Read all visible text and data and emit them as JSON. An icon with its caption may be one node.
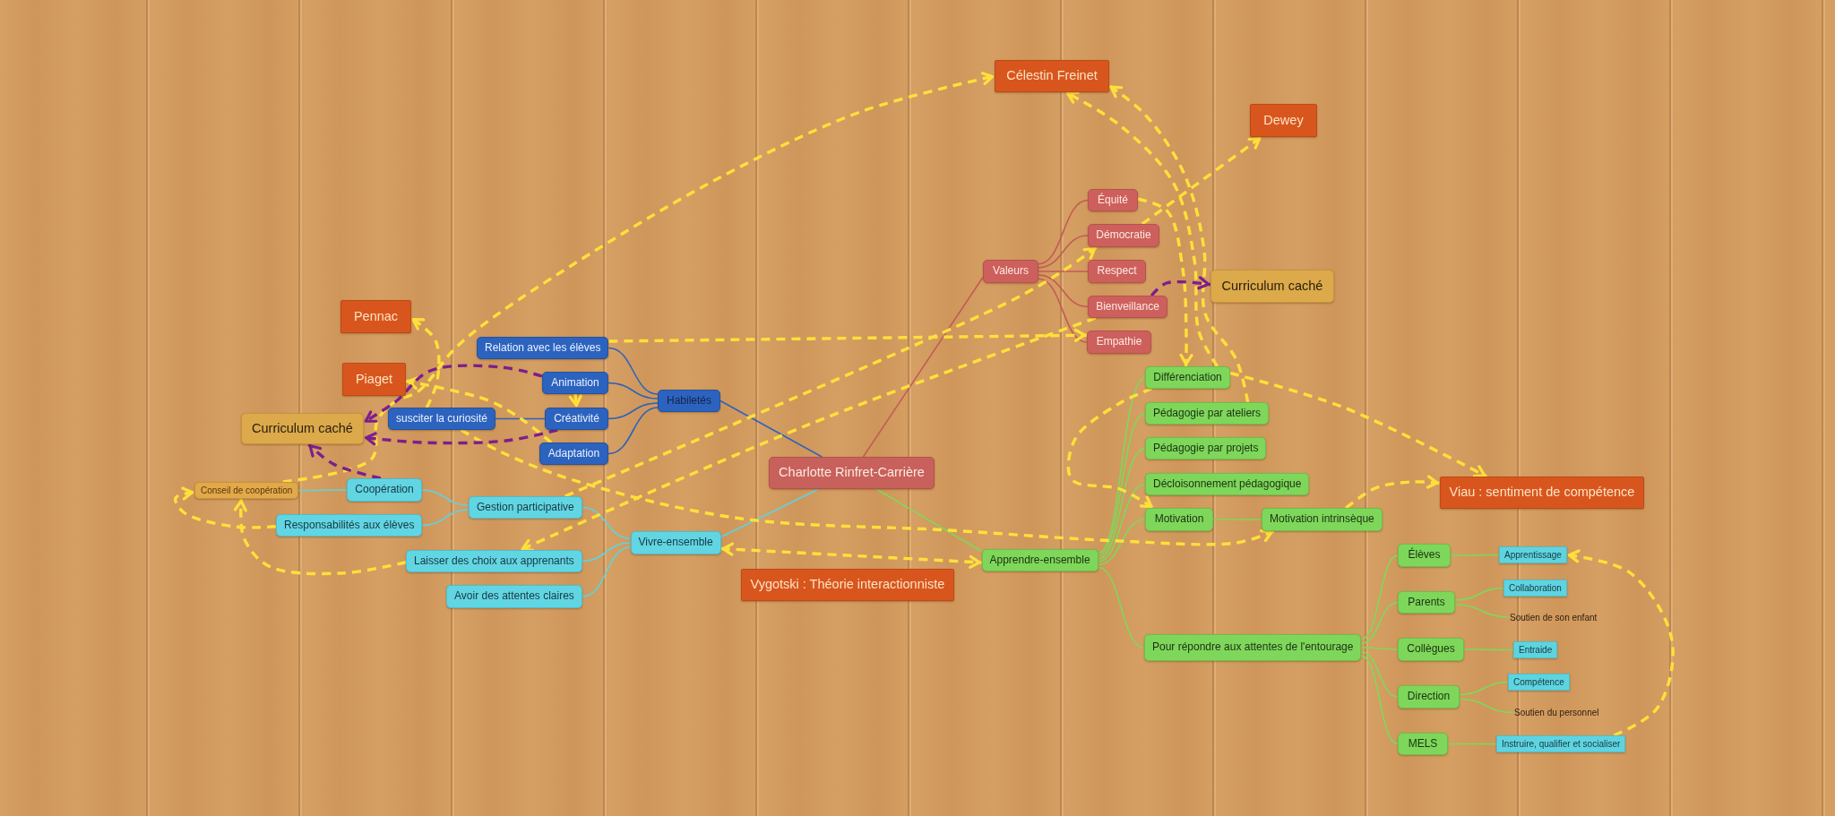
{
  "diagram": {
    "nodes": [
      {
        "text": [
          "Célestin Freinet"
        ]
      },
      {
        "text": [
          "Dewey"
        ]
      },
      {
        "text": [
          "Équité"
        ]
      },
      {
        "text": [
          "Démocratie"
        ]
      },
      {
        "text": [
          "Valeurs"
        ]
      },
      {
        "text": [
          "Respect"
        ]
      },
      {
        "text": [
          "Curriculum caché"
        ]
      },
      {
        "text": [
          "Bienveillance"
        ]
      },
      {
        "text": [
          "Pennac"
        ]
      },
      {
        "text": [
          "Empathie"
        ]
      },
      {
        "text": [
          "Relation avec les élèves"
        ]
      },
      {
        "text": [
          "Piaget"
        ]
      },
      {
        "text": [
          "Différenciation"
        ]
      },
      {
        "text": [
          "Animation"
        ]
      },
      {
        "text": [
          "Habiletés"
        ]
      },
      {
        "text": [
          "Pédagogie par ateliers"
        ]
      },
      {
        "text": [
          "Curriculum caché"
        ]
      },
      {
        "text": [
          "susciter la curiosité"
        ]
      },
      {
        "text": [
          "Créativité"
        ]
      },
      {
        "text": [
          "Pédagogie par projets"
        ]
      },
      {
        "text": [
          "Adaptation"
        ]
      },
      {
        "text": [
          "Charlotte Rinfret-Carrière"
        ]
      },
      {
        "text": [
          "Décloisonnement pédagogique"
        ]
      },
      {
        "text": [
          "Viau : sentiment de compétence"
        ]
      },
      {
        "text": [
          "Conseil de coopération"
        ]
      },
      {
        "text": [
          "Coopération"
        ]
      },
      {
        "text": [
          "Gestion participative"
        ]
      },
      {
        "text": [
          "Motivation"
        ]
      },
      {
        "text": [
          "Motivation intrinsèque"
        ]
      },
      {
        "text": [
          "Responsabilités aux élèves"
        ]
      },
      {
        "text": [
          "Vivre-ensemble"
        ]
      },
      {
        "text": [
          "Élèves"
        ]
      },
      {
        "text": [
          "Apprentissage"
        ]
      },
      {
        "text": [
          "Apprendre-ensemble"
        ]
      },
      {
        "text": [
          "Laisser des choix aux apprenants"
        ]
      },
      {
        "text": [
          "Vygotski : Théorie interactionniste"
        ]
      },
      {
        "text": [
          "Collaboration"
        ]
      },
      {
        "text": [
          "Avoir des attentes claires"
        ]
      },
      {
        "text": [
          "Parents"
        ]
      },
      {
        "text": [
          "Soutien de son enfant"
        ]
      },
      {
        "text": [
          "Pour répondre aux attentes de l'entourage"
        ]
      },
      {
        "text": [
          "Collègues"
        ]
      },
      {
        "text": [
          "Entraide"
        ]
      },
      {
        "text": [
          "Compétence"
        ]
      },
      {
        "text": [
          "Direction"
        ]
      },
      {
        "text": [
          "Soutien du personnel"
        ]
      },
      {
        "text": [
          "MELS"
        ]
      },
      {
        "text": [
          "Instruire, qualifier et socialiser"
        ]
      }
    ],
    "edges": [
      {
        "from": 21,
        "to": 14,
        "arrow": "none",
        "color": "#2d62bb"
      },
      {
        "from": 21,
        "to": 4,
        "arrow": "none",
        "color": "#c45a57"
      },
      {
        "from": 21,
        "to": 30,
        "arrow": "none",
        "color": "#5ed3e2"
      },
      {
        "from": 21,
        "to": 33,
        "arrow": "none"
      },
      {
        "from": 14,
        "to": 10,
        "arrow": "none",
        "color": "#2d62bb"
      },
      {
        "from": 14,
        "to": 13,
        "arrow": "none",
        "color": "#2d62bb"
      },
      {
        "from": 14,
        "to": 18,
        "arrow": "none",
        "color": "#2d62bb"
      },
      {
        "from": 14,
        "to": 20,
        "arrow": "none",
        "color": "#2d62bb"
      },
      {
        "from": 18,
        "to": 17,
        "arrow": "none",
        "color": "#2d62bb"
      },
      {
        "from": 4,
        "to": 2,
        "arrow": "none",
        "color": "#c45a57"
      },
      {
        "from": 4,
        "to": 3,
        "arrow": "none",
        "color": "#c45a57"
      },
      {
        "from": 4,
        "to": 5,
        "arrow": "none",
        "color": "#c45a57"
      },
      {
        "from": 4,
        "to": 7,
        "arrow": "none",
        "color": "#c45a57"
      },
      {
        "from": 4,
        "to": 9,
        "arrow": "none",
        "color": "#c45a57"
      },
      {
        "from": 30,
        "to": 26,
        "arrow": "none",
        "color": "#5ed3e2"
      },
      {
        "from": 30,
        "to": 34,
        "arrow": "none",
        "color": "#5ed3e2"
      },
      {
        "from": 30,
        "to": 37,
        "arrow": "none",
        "color": "#5ed3e2"
      },
      {
        "from": 26,
        "to": 25,
        "arrow": "none",
        "color": "#5ed3e2"
      },
      {
        "from": 26,
        "to": 29,
        "arrow": "none",
        "color": "#5ed3e2"
      },
      {
        "from": 25,
        "to": 24,
        "arrow": "none",
        "color": "#5ed3e2"
      },
      {
        "from": 33,
        "to": 12,
        "arrow": "none"
      },
      {
        "from": 33,
        "to": 15,
        "arrow": "none"
      },
      {
        "from": 33,
        "to": 19,
        "arrow": "none"
      },
      {
        "from": 33,
        "to": 22,
        "arrow": "none"
      },
      {
        "from": 33,
        "to": 27,
        "arrow": "none"
      },
      {
        "from": 33,
        "to": 40,
        "arrow": "none"
      },
      {
        "from": 27,
        "to": 28,
        "arrow": "none"
      },
      {
        "from": 40,
        "to": 31,
        "arrow": "none"
      },
      {
        "from": 40,
        "to": 38,
        "arrow": "none"
      },
      {
        "from": 40,
        "to": 41,
        "arrow": "none"
      },
      {
        "from": 40,
        "to": 44,
        "arrow": "none"
      },
      {
        "from": 40,
        "to": 46,
        "arrow": "none"
      },
      {
        "from": 31,
        "to": 32,
        "arrow": "none"
      },
      {
        "from": 38,
        "to": 36,
        "arrow": "none"
      },
      {
        "from": 38,
        "to": 39,
        "arrow": "none"
      },
      {
        "from": 41,
        "to": 42,
        "arrow": "none"
      },
      {
        "from": 44,
        "to": 43,
        "arrow": "none"
      },
      {
        "from": 44,
        "to": 45,
        "arrow": "none"
      },
      {
        "from": 46,
        "to": 47,
        "arrow": "none"
      },
      {
        "from": 24,
        "to": 0,
        "arrow": "to",
        "style": "dashed",
        "color": "#ffe03b"
      },
      {
        "from": 10,
        "to": 9,
        "arrow": "to",
        "style": "dashed",
        "color": "#ffe03b"
      },
      {
        "from": 26,
        "to": 3,
        "arrow": "to",
        "style": "dashed",
        "color": "#ffe03b"
      },
      {
        "from": 7,
        "to": 34,
        "arrow": "to",
        "style": "dashed",
        "color": "#ffe03b"
      },
      {
        "from": 17,
        "to": 8,
        "arrow": "to",
        "style": "dashed",
        "color": "#ffe03b"
      },
      {
        "from": 20,
        "to": 11,
        "arrow": "to",
        "style": "dashed",
        "color": "#ffe03b"
      },
      {
        "from": 17,
        "to": 28,
        "arrow": "to",
        "style": "dashed",
        "color": "#ffe03b"
      },
      {
        "from": 30,
        "to": 33,
        "arrow": "both",
        "style": "dashed",
        "color": "#ffe03b"
      },
      {
        "from": 3,
        "to": 1,
        "arrow": "to",
        "style": "dashed",
        "color": "#ffe03b"
      },
      {
        "from": 2,
        "to": 12,
        "arrow": "to",
        "style": "dashed",
        "color": "#ffe03b"
      },
      {
        "from": 12,
        "to": 0,
        "arrow": "to",
        "style": "dashed",
        "color": "#ffe03b"
      },
      {
        "from": 15,
        "to": 0,
        "arrow": "to",
        "style": "dashed",
        "color": "#ffe03b"
      },
      {
        "from": 13,
        "to": 18,
        "arrow": "to",
        "style": "dashed",
        "color": "#ffe03b"
      },
      {
        "from": 29,
        "to": 24,
        "arrow": "to",
        "style": "dashed",
        "color": "#ffe03b"
      },
      {
        "from": 34,
        "to": 24,
        "arrow": "to",
        "style": "dashed",
        "color": "#ffe03b"
      },
      {
        "from": 12,
        "to": 23,
        "arrow": "to",
        "style": "dashed",
        "color": "#ffe03b"
      },
      {
        "from": 28,
        "to": 23,
        "arrow": "to",
        "style": "dashed",
        "color": "#ffe03b"
      },
      {
        "from": 12,
        "to": 27,
        "arrow": "to",
        "style": "dashed",
        "color": "#ffe03b"
      },
      {
        "from": 47,
        "to": 32,
        "arrow": "to",
        "style": "dashed",
        "color": "#ffe03b"
      },
      {
        "from": 13,
        "to": 16,
        "arrow": "to",
        "style": "dashed",
        "color": "#7d1e8c"
      },
      {
        "from": 18,
        "to": 16,
        "arrow": "to",
        "style": "dashed",
        "color": "#7d1e8c"
      },
      {
        "from": 25,
        "to": 16,
        "arrow": "to",
        "style": "dashed",
        "color": "#7d1e8c"
      },
      {
        "from": 7,
        "to": 6,
        "arrow": "to",
        "style": "dashed",
        "color": "#7d1e8c"
      }
    ]
  }
}
